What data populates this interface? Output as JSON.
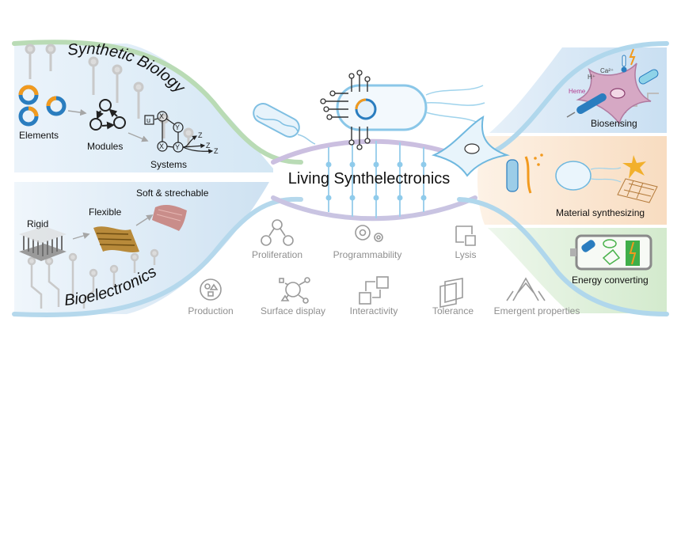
{
  "title": "Living Synthelectronics",
  "synthetic_biology": {
    "heading": "Synthetic Biology",
    "elements": "Elements",
    "modules": "Modules",
    "systems": "Systems"
  },
  "bioelectronics": {
    "heading": "Bioelectronics",
    "rigid": "Rigid",
    "flexible": "Flexible",
    "soft": "Soft & strechable"
  },
  "applications": {
    "biosensing": "Biosensing",
    "biosensing_tags": [
      "Heme",
      "H⁺",
      "Ca²⁺"
    ],
    "material": "Material synthesizing",
    "energy": "Energy converting"
  },
  "properties": {
    "proliferation": "Proliferation",
    "programmability": "Programmability",
    "lysis": "Lysis",
    "production": "Production",
    "surface_display": "Surface display",
    "interactivity": "Interactivity",
    "tolerance": "Tolerance",
    "emergent": "Emergent properties"
  },
  "systems_nodes": [
    "u",
    "X",
    "Y",
    "X",
    "Y",
    "Z",
    "Z",
    "Z"
  ],
  "colors": {
    "synbio_bg": "#dcebf6",
    "bioelec_bg": "#d6e7f4",
    "biosensing_bg": "#dbe9f6",
    "material_bg": "#fbe6d2",
    "energy_bg": "#e2f0df",
    "strand_green": "#b7d9b3",
    "strand_blue": "#a9d4ec",
    "strand_purple": "#cbbde0",
    "accent_orange": "#f29a1e",
    "accent_blue": "#2a7dbf",
    "property_gray": "#9a9a9a"
  }
}
